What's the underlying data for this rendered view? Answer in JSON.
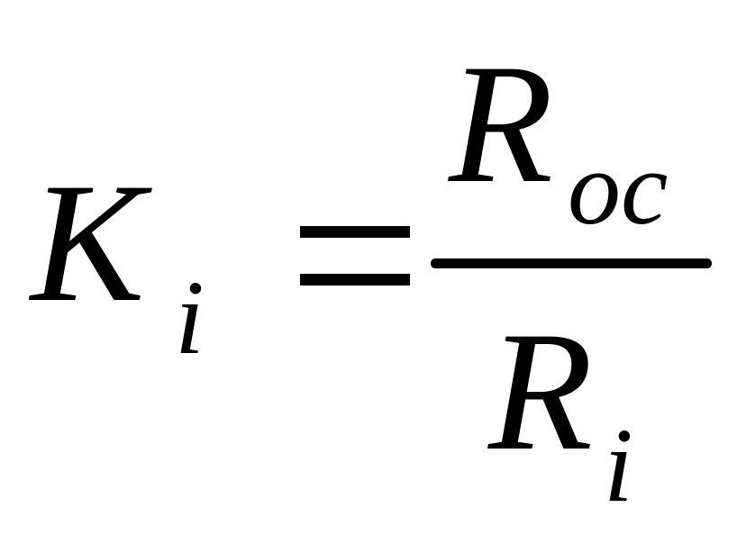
{
  "equation": {
    "lhs": {
      "symbol": "K",
      "subscript": "i"
    },
    "operator": "=",
    "fraction": {
      "numerator": {
        "symbol": "R",
        "subscript": "oc"
      },
      "denominator": {
        "symbol": "R",
        "subscript": "i"
      }
    }
  }
}
